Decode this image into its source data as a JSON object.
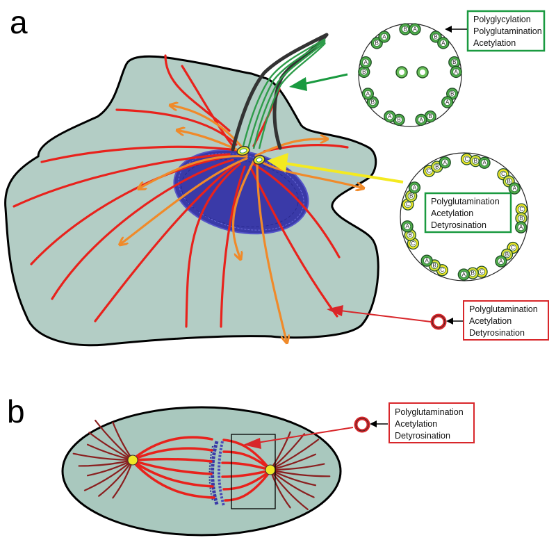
{
  "panels": {
    "a": {
      "letter": "a"
    },
    "b": {
      "letter": "b"
    }
  },
  "labels": {
    "cilium": [
      "Polyglycylation",
      "Polyglutamination",
      "Acetylation"
    ],
    "centriole": [
      "Polyglutamination",
      "Acetylation",
      "Detyrosination"
    ],
    "cytoplasmic": [
      "Polyglutamination",
      "Acetylation",
      "Detyrosination"
    ],
    "spindle": [
      "Polyglutamination",
      "Acetylation",
      "Detyrosination"
    ]
  },
  "doublet_letters": {
    "a": "A",
    "b": "B",
    "c": "C"
  },
  "colors": {
    "cell_fill": "#b3cdc5",
    "cell_outline": "#000000",
    "nucleus": "#3a3aa8",
    "cytoplasmic_mt": "#e8221c",
    "astral_mt": "#f08a2a",
    "spindle_astral_mt": "#8a1f1f",
    "cilium_mt": "#2e9c4a",
    "centriole_ring": "#f0e626",
    "green_box": "#1a9a40",
    "red_box": "#d8262a",
    "arrow_green": "#1a9a40",
    "arrow_yellow": "#f4ea20",
    "arrow_red": "#d8262a"
  }
}
